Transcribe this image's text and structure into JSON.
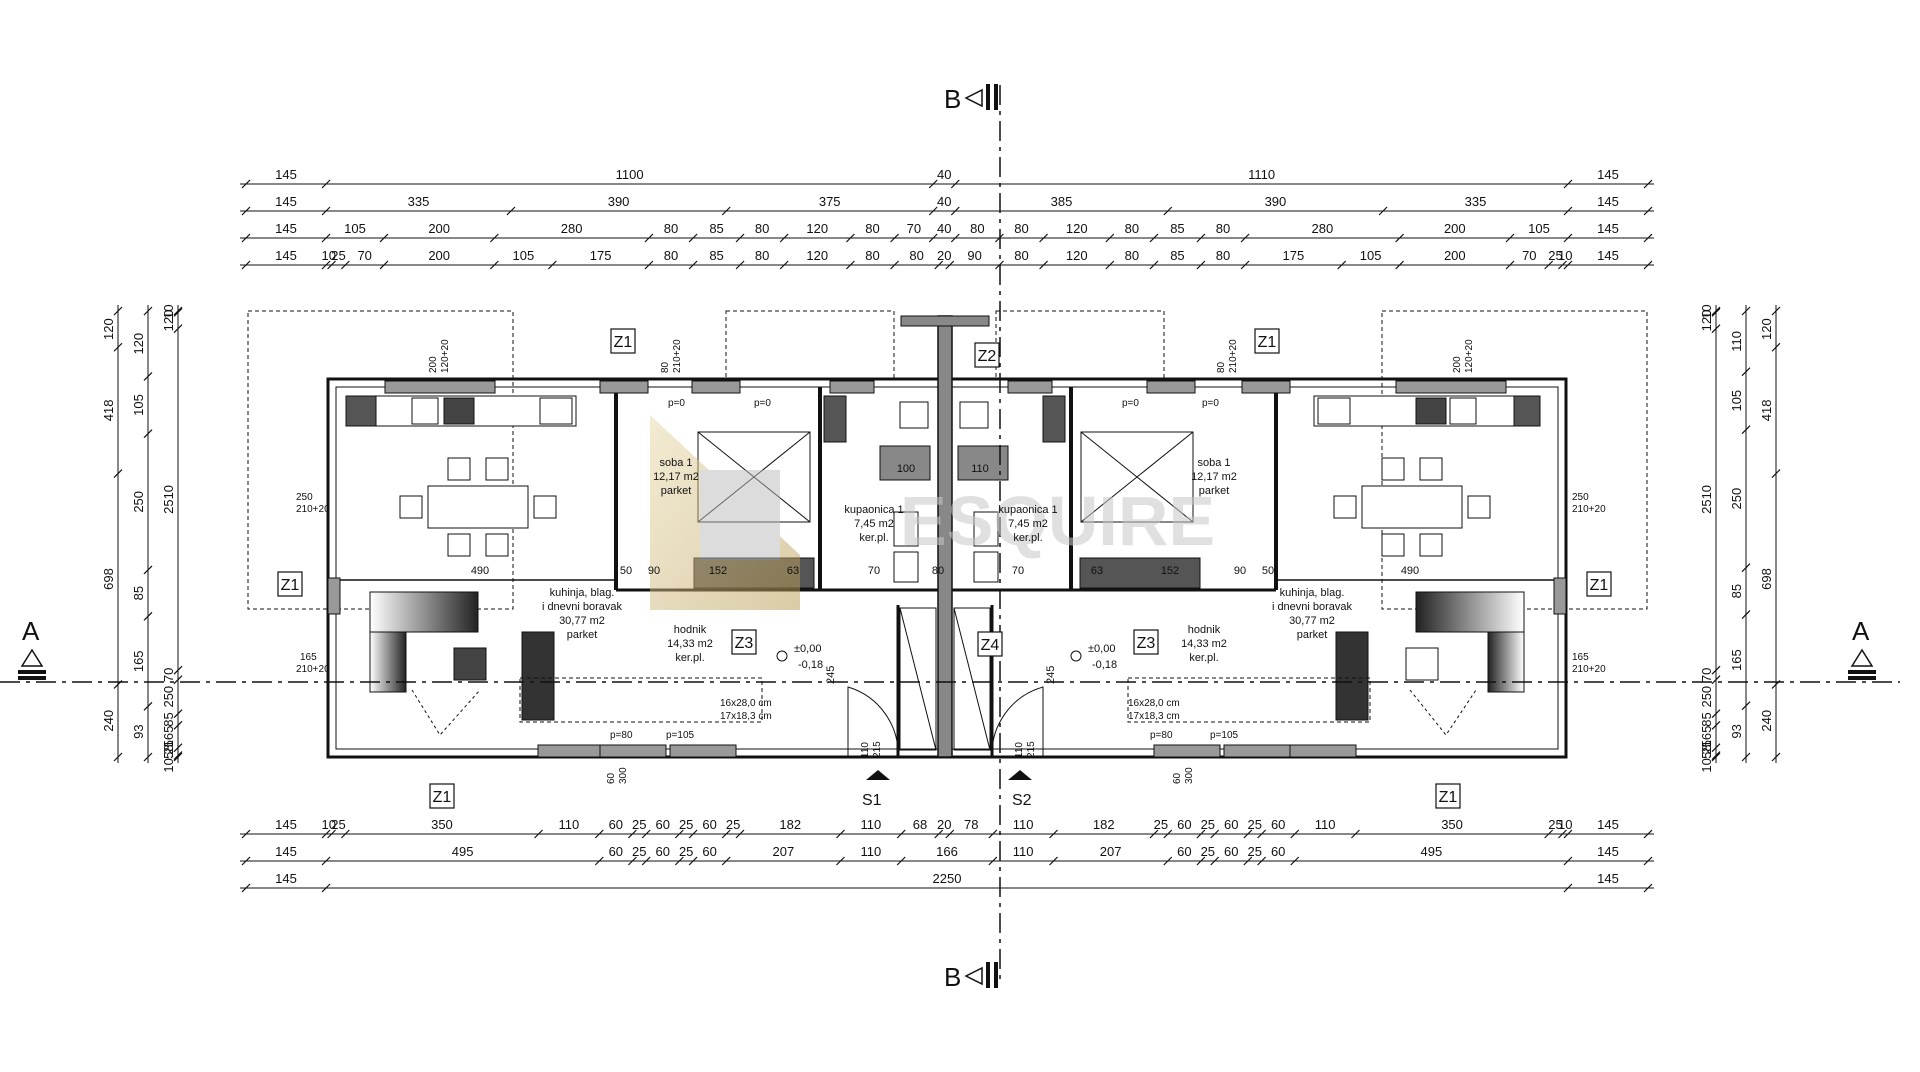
{
  "watermark": "ESQUIRE",
  "cuts": {
    "top": "B",
    "bottom": "B",
    "left": "A",
    "right": "A"
  },
  "stairs": {
    "left": "S1",
    "right": "S2"
  },
  "dims": {
    "top": [
      [
        "145",
        "1100",
        "40",
        "1110",
        "145"
      ],
      [
        "145",
        "335",
        "390",
        "375",
        "40",
        "385",
        "390",
        "335",
        "145"
      ],
      [
        "145",
        "105",
        "200",
        "280",
        "80",
        "85",
        "80",
        "120",
        "80",
        "70",
        "40",
        "80",
        "80",
        "120",
        "80",
        "85",
        "80",
        "280",
        "200",
        "105",
        "145"
      ],
      [
        "145",
        "10",
        "25",
        "70",
        "200",
        "105",
        "175",
        "80",
        "85",
        "80",
        "120",
        "80",
        "80",
        "20",
        "90",
        "80",
        "120",
        "80",
        "85",
        "80",
        "175",
        "105",
        "200",
        "70",
        "25",
        "10",
        "145"
      ]
    ],
    "bottom": [
      [
        "145",
        "10",
        "25",
        "350",
        "110",
        "60",
        "25",
        "60",
        "25",
        "60",
        "25",
        "182",
        "110",
        "68",
        "20",
        "78",
        "110",
        "182",
        "25",
        "60",
        "25",
        "60",
        "25",
        "60",
        "110",
        "350",
        "25",
        "10",
        "145"
      ],
      [
        "145",
        "495",
        "60",
        "25",
        "60",
        "25",
        "60",
        "207",
        "110",
        "166",
        "110",
        "207",
        "60",
        "25",
        "60",
        "25",
        "60",
        "495",
        "145"
      ],
      [
        "145",
        "2250",
        "145"
      ]
    ],
    "left_outer": [
      "120",
      "418",
      "698",
      "240"
    ],
    "left_inner": [
      "120",
      "105",
      "250",
      "85",
      "165",
      "93"
    ],
    "left_mid": [
      "10",
      "120",
      "2510",
      "70",
      "250",
      "85",
      "165",
      "58",
      "10.25"
    ],
    "right_outer": [
      "120",
      "418",
      "698",
      "240"
    ],
    "right_inner": [
      "110",
      "105",
      "250",
      "85",
      "165",
      "93"
    ],
    "right_mid": [
      "10",
      "120",
      "2510",
      "70",
      "250",
      "85",
      "165",
      "58",
      "10.25"
    ]
  },
  "rooms": {
    "left_kitchen": [
      "kuhinja, blag.",
      "i dnevni boravak",
      "30,77 m2",
      "parket"
    ],
    "right_kitchen": [
      "kuhinja, blag.",
      "i dnevni boravak",
      "30,77 m2",
      "parket"
    ],
    "left_bedroom": [
      "soba 1",
      "12,17 m2",
      "parket"
    ],
    "right_bedroom": [
      "soba 1",
      "12,17 m2",
      "parket"
    ],
    "left_bath": [
      "kupaonica 1",
      "7,45 m2",
      "ker.pl."
    ],
    "right_bath": [
      "kupaonica 1",
      "7,45 m2",
      "ker.pl."
    ],
    "left_hall": [
      "hodnik",
      "14,33 m2",
      "ker.pl."
    ],
    "right_hall": [
      "hodnik",
      "14,33 m2",
      "ker.pl."
    ]
  },
  "level": {
    "upper": "±0,00",
    "lower": "-0,18"
  },
  "stair_spec": [
    "16x28,0 cm",
    "17x18,3 cm"
  ],
  "tags": {
    "z1": "Z1",
    "z2": "Z2",
    "z3": "Z3",
    "z4": "Z4"
  },
  "inner_dims": [
    "490",
    "90",
    "152",
    "63",
    "70",
    "80",
    "100",
    "110",
    "245",
    "50"
  ],
  "openings": [
    "80",
    "210+20",
    "200",
    "120+20",
    "250",
    "210+20",
    "165",
    "210+20",
    "110",
    "215",
    "60",
    "300",
    "p=0",
    "p=80",
    "p=105"
  ]
}
